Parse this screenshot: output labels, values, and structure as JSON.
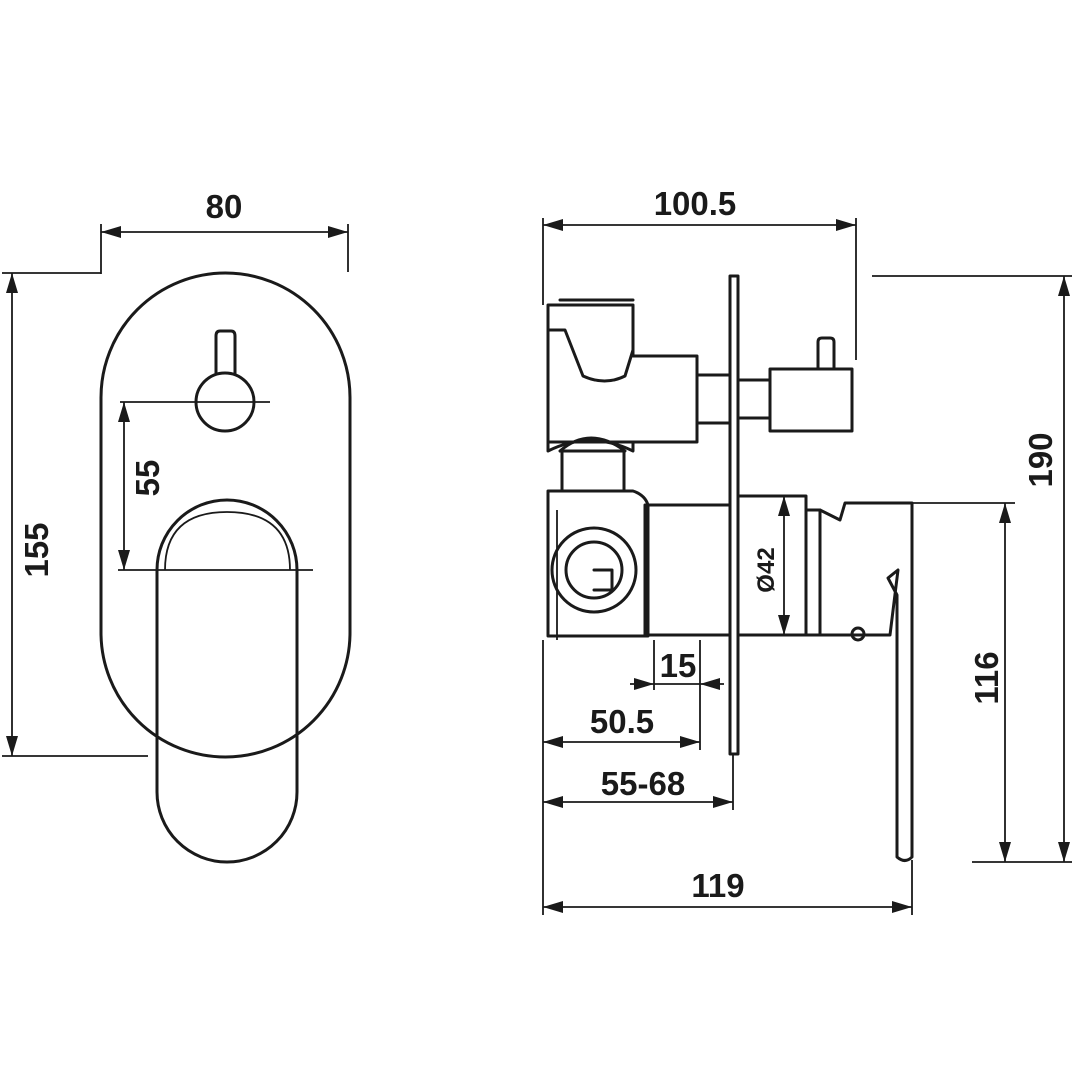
{
  "front_view": {
    "width_label": "80",
    "height_label": "155",
    "spacing_label": "55"
  },
  "side_view": {
    "depth_top_label": "100.5",
    "height_label": "190",
    "diameter_label": "Ø42",
    "handle_height_label": "116",
    "offset_small_label": "15",
    "body_depth_label": "50.5",
    "install_depth_label": "55-68",
    "total_depth_label": "119"
  }
}
